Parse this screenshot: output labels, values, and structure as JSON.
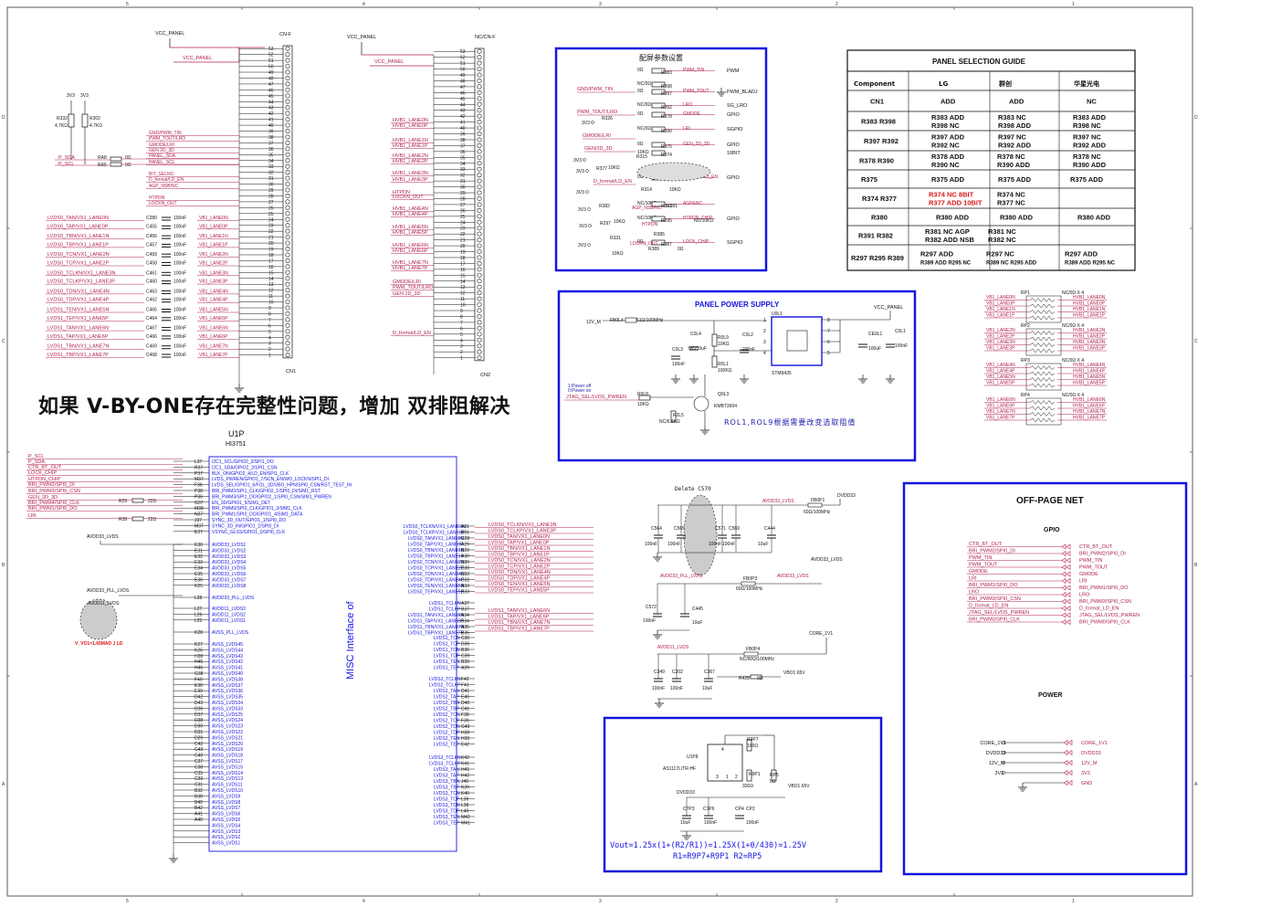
{
  "frame": {
    "col_labels": [
      "5",
      "4",
      "3",
      "2",
      "1"
    ],
    "row_labels": [
      "D",
      "C",
      "B",
      "A"
    ]
  },
  "cnf": {
    "vcc_top": "VCC_PANEL",
    "vcc_label": "VCC_PANEL",
    "ref_top": "CN-F",
    "ref_bottom": "CN1",
    "pins": [
      "53",
      "52",
      "51",
      "50",
      "49",
      "48",
      "47",
      "46",
      "45",
      "44",
      "43",
      "42",
      "41",
      "40",
      "39",
      "38",
      "37",
      "36",
      "35",
      "34",
      "33",
      "32",
      "31",
      "30",
      "29",
      "28",
      "27",
      "26",
      "25",
      "24",
      "23",
      "22",
      "21",
      "20",
      "19",
      "18",
      "17",
      "16",
      "15",
      "14",
      "13",
      "12",
      "11",
      "10",
      "9",
      "8",
      "7",
      "6",
      "5",
      "4",
      "3",
      "2",
      "1"
    ],
    "pullups": [
      "3V3",
      "3V3"
    ],
    "r332": "R332",
    "r332_val": "4.7KΩ",
    "r302": "R302",
    "r302_val": "4.7KΩ",
    "p_sda": "P_SDA",
    "p_scl": "P_SCL",
    "ra8": "RA8",
    "ra5": "RA5",
    "ra_val1": "0Ω",
    "ra_val2": "0Ω",
    "nets": [
      "GND/PWM_TIN",
      "PWM_TOUT/LRO",
      "GMODE/LRI",
      "GEN 2D_3D",
      "PANEL_SDA",
      "PANEL_SCL",
      "BIT_SELNC",
      "D_format/LD_EN",
      "AGP_NSB/NC",
      "HTPDN",
      "LOCKN_OUT"
    ],
    "left_lvds": [
      [
        "LVDS0_TAN/VX1_LANE0N",
        "C280",
        "100nF",
        "VB1_LANE0N"
      ],
      [
        "LVDS0_TAP/VX1_LANE0P",
        "C455",
        "100nF",
        "VB1_LANE0P"
      ],
      [
        "LVDS0_TBN/VX1_LANE1N",
        "C456",
        "100nF",
        "VB1_LANE1N"
      ],
      [
        "LVDS0_TBP/VX1_LANE1P",
        "C457",
        "100nF",
        "VB1_LANE1P"
      ],
      [
        "LVDS0_TCN/VX1_LANE2N",
        "C459",
        "100nF",
        "VB1_LANE2N"
      ],
      [
        "LVDS0_TCP/VX1_LANE2P",
        "C458",
        "100nF",
        "VB1_LANE2P"
      ],
      [
        "LVDS0_TCLKN/VX1_LANE3N",
        "C461",
        "100nF",
        "VB1_LANE3N"
      ],
      [
        "LVDS0_TCLKP/VX1_LANE3P",
        "C460",
        "100nF",
        "VB1_LANE3P"
      ],
      [
        "LVDS0_TDN/VX1_LANE4N",
        "C463",
        "100nF",
        "VB1_LANE4N"
      ],
      [
        "LVDS0_TDP/VX1_LANE4P",
        "C462",
        "100nF",
        "VB1_LANE4P"
      ],
      [
        "LVDS1_TEN/VX1_LANE5N",
        "C465",
        "100nF",
        "VB1_LANE5N"
      ],
      [
        "LVDS1_TEP/VX1_LANE5P",
        "C464",
        "100nF",
        "VB1_LANE5P"
      ],
      [
        "LVDS1_TAN/VX1_LANE6N",
        "C467",
        "100nF",
        "VB1_LANE6N"
      ],
      [
        "LVDS1_TAP/VX1_LANE6P",
        "C466",
        "100nF",
        "VB1_LANE6P"
      ],
      [
        "LVDS1_TBN/VX1_LANE7N",
        "C469",
        "100nF",
        "VB1_LANE7N"
      ],
      [
        "LVDS1_TBP/VX1_LANE7P",
        "C468",
        "100nF",
        "VB1_LANE7P"
      ]
    ]
  },
  "cn2": {
    "vcc_top": "VCC_PANEL",
    "vcc_label": "VCC_PANEL",
    "ref_top": "NC/CN-F",
    "ref_bottom": "CN2",
    "nets": [
      "HVB1_LANE0N",
      "HVB1_LANE0P",
      "HVB1_LANE1N",
      "HVB1_LANE1P",
      "HVB1_LANE2N",
      "HVB1_LANE2P",
      "HVB1_LANE3N",
      "HVB1_LANE3P",
      "HTPDN",
      "LOCKN_OUT",
      "HVB1_LANE4N",
      "HVB1_LANE4P",
      "HVB1_LANE5N",
      "HVB1_LANE5P",
      "HVB1_LANE6N",
      "HVB1_LANE6P",
      "HVB1_LANE7N",
      "HVB1_LANE7P",
      "GMODE/LRI",
      "PWM_TOUT/LRO",
      "GEN 2D_3D",
      "D_format/LD_EN"
    ]
  },
  "banner": "如果 V-BY-ONE存在完整性问题，增加 双排阻解决",
  "u1p": {
    "ref": "U1P",
    "part": "HI3751",
    "side_title": "MISC Interface of",
    "left_nets": [
      "P_SCL",
      "P_SDA",
      "CTR_BT_OUT",
      "LOCK_CHIP",
      "HTPDN_CHIP",
      "BRI_PWM2/SPI0_DI",
      "BRI_PWM3/SPI0_CSN",
      "GEN_2D_3D",
      "BRI_PWM4/SPI0_CLK",
      "BRI_PWM1/SPI0_DO",
      "LRI"
    ],
    "r29": "R29",
    "r29_val": "22Ω",
    "r39": "R39",
    "r39_val": "22Ω",
    "avdd_lvds": "AVDD33_LVDS",
    "avdd_pll": "AVDD33_PLL_LVDS",
    "avdd11": "AVDD11_LVDS",
    "circle_note": "V_VO1=1.65MAD J LD",
    "left_pins": [
      "L37",
      "R37",
      "P37",
      "M37",
      "F36",
      "P38",
      "P36",
      "G37",
      "M38",
      "N37",
      "J37",
      "M37",
      "E37",
      "E30",
      "E31",
      "E32",
      "E33",
      "E34",
      "E35",
      "E36",
      "K25",
      "L28",
      "L27",
      "L26",
      "L25",
      "K28",
      "K27",
      "K26",
      "H28",
      "H45",
      "H46",
      "G38",
      "F40",
      "E38",
      "E39",
      "D42",
      "D43",
      "D36",
      "D37",
      "D38",
      "D30",
      "D31",
      "D29",
      "C42",
      "C43",
      "C40",
      "C37",
      "C38",
      "C35",
      "C33",
      "C31",
      "B32",
      "B38",
      "B40",
      "B42",
      "A41",
      "A40"
    ],
    "left_labels": [
      "I2C1_SCL/GPIO2_3/SPI1_DO",
      "I2C1_SDA/GPIO2_2/SPI1_CSN",
      "BLK_ON/GPIO2_4/LD_EN/SPI1_CLK",
      "LVDS_PWREN/GPIO1_7/SCN_EN/WO_LOCKN/SPI1_DI",
      "LVDS_SEL/GPIO1_6/FOL_3D/VBO_HPN/SPI0_CSN/RST_TEST_IN",
      "BRI_PWM2/SPI1_CLK/GPIO2_1/SPI0_DI/SIM1_RST",
      "BRI_PWM3/SPI1_DO/GPIO2_1/SPI0_CSN/SIM1_PWREN",
      "EN_3D/GPIO1_5/SIM1_DET",
      "BRI_PWM0/SPI0_CLK/GPIO1_3/SIM1_CLK",
      "BRI_PWM1/SPI0_DO/GPIO1_4/SIM1_DATA",
      "SYNC_3D_OUT/GPIO1_1/SPI0_DO",
      "SYNC_3D_IN/GPIO1_2/SPI0_DI",
      "VSYNC_GLSS/GPIO1_0/SPI0_CLK",
      "AVDD33_LVDS1",
      "AVDD33_LVDS2",
      "AVDD33_LVDS3",
      "AVDD33_LVDS4",
      "AVDD33_LVDS5",
      "AVDD33_LVDS6",
      "AVDD33_LVDS7",
      "AVDD33_LVDS8",
      "AVDD33_PLL_LVDS",
      "AVDD11_LVDS3",
      "AVDD11_LVDS2",
      "AVDD11_LVDS1",
      "AVSS_PLL_LVDS",
      "AVSS_LVDS45",
      "AVSS_LVDS44",
      "AVSS_LVDS43",
      "AVSS_LVDS42",
      "AVSS_LVDS41",
      "AVSS_LVDS40",
      "AVSS_LVDS38",
      "AVSS_LVDS37",
      "AVSS_LVDS36",
      "AVSS_LVDS35",
      "AVSS_LVDS34",
      "AVSS_LVDS33",
      "AVSS_LVDS25",
      "AVSS_LVDS24",
      "AVSS_LVDS23",
      "AVSS_LVDS22",
      "AVSS_LVDS21",
      "AVSS_LVDS20",
      "AVSS_LVDS19",
      "AVSS_LVDS18",
      "AVSS_LVDS17",
      "AVSS_LVDS15",
      "AVSS_LVDS14",
      "AVSS_LVDS13",
      "AVSS_LVDS11",
      "AVSS_LVDS10",
      "AVSS_LVDS9",
      "AVSS_LVDS8",
      "AVSS_LVDS7",
      "AVSS_LVDS6",
      "AVSS_LVDS5",
      "AVSS_LVDS4",
      "AVSS_LVDS3",
      "AVSS_LVDS2",
      "AVSS_LVDS1"
    ],
    "right_labels": [
      "LVDS0_TCLKN/VX1_LANE3N",
      "LVDS0_TCLKP/VX1_LANE3P",
      "LVDS0_TAN/VX1_LANE0N",
      "LVDS0_TAP/VX1_LANE0P",
      "LVDS0_TBN/VX1_LANE1N",
      "LVDS0_TBP/VX1_LANE1P",
      "LVDS0_TCN/VX1_LANE2N",
      "LVDS0_TCP/VX1_LANE2P",
      "LVDS0_TDN/VX1_LANE4N",
      "LVDS0_TDP/VX1_LANE4P",
      "LVDS0_TEN/VX1_LANE5N",
      "LVDS0_TEP/VX1_LANE5P",
      "LVDS1_TCLKN",
      "LVDS1_TCLKP",
      "LVDS1_TAN/VX1_LANE6N",
      "LVDS1_TAP/VX1_LANE6P",
      "LVDS1_TBN/VX1_LANE7N",
      "LVDS1_TBP/VX1_LANE7P",
      "LVDS1_TCN",
      "LVDS1_TCP",
      "LVDS1_TDN",
      "LVDS1_TDP",
      "LVDS1_TEN",
      "LVDS1_TEP",
      "LVDS2_TCLKN",
      "LVDS2_TCLKP",
      "LVDS2_TAN",
      "LVDS2_TAP",
      "LVDS2_TBN",
      "LVDS2_TBP",
      "LVDS2_TCN",
      "LVDS2_TCP",
      "LVDS2_TDN",
      "LVDS2_TDP",
      "LVDS2_TEN",
      "LVDS2_TEP",
      "LVDS3_TCLKN",
      "LVDS3_TCLKP",
      "LVDS3_TAN",
      "LVDS3_TAP",
      "LVDS3_TBN",
      "LVDS3_TBP",
      "LVDS3_TCN",
      "LVDS3_TCP",
      "LVDS3_TDN",
      "LVDS3_TDP",
      "LVDS3_TEN",
      "LVDS3_TEP"
    ],
    "right_pins": [
      "A31",
      "B31",
      "C28",
      "A29",
      "B29",
      "A30",
      "B30",
      "C30",
      "D32",
      "C32",
      "A33",
      "B33",
      "A37",
      "B37",
      "A34",
      "B34",
      "A35",
      "B35",
      "C36",
      "D36",
      "B36",
      "C39",
      "B39",
      "A39",
      "F42",
      "F41",
      "D41",
      "E40",
      "D40",
      "C41",
      "F38",
      "F39",
      "G40",
      "H38",
      "H39",
      "E42",
      "K42",
      "K41",
      "H41",
      "H42",
      "J40",
      "K39",
      "K40",
      "L39",
      "L38",
      "L40",
      "M42",
      "M41"
    ],
    "net_out": [
      "LVDS0_TCLKN/VX1_LANE3N",
      "LVDS0_TCLKP/VX1_LANE3P",
      "LVDS0_TAN/VX1_LANE0N",
      "LVDS0_TAP/VX1_LANE0P",
      "LVDS0_TBN/VX1_LANE1N",
      "LVDS0_TBP/VX1_LANE1P",
      "LVDS0_TCN/VX1_LANE2N",
      "LVDS0_TCP/VX1_LANE2P",
      "LVDS0_TDN/VX1_LANE4N",
      "LVDS0_TDP/VX1_LANE4P",
      "LVDS0_TEN/VX1_LANE5N",
      "LVDS0_TEP/VX1_LANE5P",
      "LVDS1_TAN/VX1_LANE6N",
      "LVDS1_TAP/VX1_LANE6P",
      "LVDS1_TBN/VX1_LANE7N",
      "LVDS1_TBP/VX1_LANE7P"
    ]
  },
  "config_box": {
    "title": "配屏参数设置",
    "rows": [
      [
        "0Ω",
        "R383",
        "PWM_TIN",
        "PWM"
      ],
      [
        "NC/0Ω",
        "R398",
        "",
        ""
      ],
      [
        "0Ω",
        "R397",
        "PWM_TOUT",
        "PWM_BLADJ"
      ],
      [
        "NC/0Ω",
        "R392",
        "LRO",
        "SG_LRO"
      ],
      [
        "0Ω",
        "R378",
        "GMODE",
        "GPIO"
      ],
      [
        "NC/0Ω",
        "R390",
        "LRI",
        "SGPIO"
      ],
      [
        "0Ω",
        "R375",
        "GEN_2D_3D",
        "GPIO"
      ],
      [
        "10KΩ",
        "R374",
        "",
        "10BIT"
      ],
      [
        "0Ω",
        "R380",
        "D_format/LD_EN",
        "GPIO"
      ],
      [
        "NC/10KΩ",
        "R391",
        "AGP&NC",
        ""
      ],
      [
        "NC/10KΩ",
        "R295",
        "HTPDN_CHIP",
        "GPIO"
      ],
      [
        "0Ω",
        "R387",
        "LOCK_CHIP",
        "SGPIO"
      ]
    ],
    "left_nets": [
      "GND/PWM_TIN",
      "PWM_TOUT/LRO",
      "GMODE/LRI",
      "GEN/2D_3D",
      "D_format/LD_EN"
    ],
    "sub_refs": [
      "R326",
      "R315",
      "R377",
      "R382",
      "R297",
      "R331",
      "R385",
      "R314",
      "R381",
      "R389"
    ],
    "pwr": [
      "3V3",
      "3V3",
      "3V3",
      "3V3",
      "3V3",
      "3V3",
      "3V3",
      "3V3"
    ],
    "misc": [
      "AGP_NSB/NC",
      "HTPDN",
      "LOCKN_OUT",
      "10KΩ",
      "NC/10KΩ",
      "0Ω",
      "10KΩ",
      "10KΩ",
      "10KΩ"
    ]
  },
  "guide": {
    "title": "PANEL SELECTION GUIDE",
    "headers": [
      "Component",
      "LG",
      "群创",
      "华星光电"
    ],
    "rows": [
      [
        "CN1",
        "ADD",
        "ADD",
        "NC"
      ],
      [
        "R383 R398",
        "R383 ADD\nR398 NC",
        "R383 NC\nR398 ADD",
        "R383 ADD\nR398 NC"
      ],
      [
        "R397 R392",
        "R397 ADD\nR392 NC",
        "R397 NC\nR392 ADD",
        "R397 NC\nR392 ADD"
      ],
      [
        "R378 R390",
        "R378 ADD\nR390 NC",
        "R378 NC\nR390 ADD",
        "R378 NC\nR390 ADD"
      ],
      [
        "R375",
        "R375 ADD",
        "R375 ADD",
        "R375 ADD"
      ],
      [
        "R374 R377",
        "R374 NC 8BIT\nR377 ADD 10BIT",
        "R374 NC\nR377 NC",
        ""
      ],
      [
        "R380",
        "R380 ADD",
        "R380 ADD",
        "R380 ADD"
      ],
      [
        "R391 R382",
        "R381 NC AGP\nR382 ADD NSB",
        "R381 NC\nR382 NC",
        ""
      ],
      [
        "R297 R295 R389",
        "R297 ADD\nR389 ADD R295 NC",
        "R297 NC\nR389 NC R295 ADD",
        "R297 ADD\nR389 ADD R295 NC"
      ]
    ],
    "red_cell": "R374 NC 8BIT\nR377 ADD 10BIT"
  },
  "power": {
    "title": "PANEL POWER SUPPLY",
    "vcc": "VCC_PANEL",
    "in": "12V_M",
    "fb": "FB0L4",
    "fb_val": "51Ω/100MHz",
    "u": "U0L1",
    "u_part": "STM9435",
    "pins": [
      "1",
      "2",
      "3",
      "4",
      "8",
      "7",
      "6",
      "5"
    ],
    "caps": [
      "C0L4",
      "NC/10uF",
      "C0L3",
      "100nF",
      "C0L2",
      "220nF",
      "CE0L1",
      "100uF",
      "C0L1",
      "100nF"
    ],
    "rs": [
      "R0L9",
      "10KΩ",
      "R0L1",
      "100KΩ",
      "R0L8",
      "10KΩ",
      "R2L5",
      "NC/6.8KΩ"
    ],
    "q": "Q0L3",
    "q_part": "KMBT3904",
    "note1": "1:Power off",
    "note2": "0:Power on",
    "ctl": "JTAG_SEL/LVDS_PWREN",
    "note": "ROL1,ROL9根据需要改变选取阻值"
  },
  "rpack": {
    "groups": [
      {
        "rp": "RP1",
        "nc": "NC/0Ω X 4",
        "left": [
          "VB1_LANE0N",
          "VB1_LANE0P",
          "VB1_LANE1N",
          "VB1_LANE1P"
        ],
        "right": [
          "HVB1_LANE0N",
          "HVB1_LANE0P",
          "HVB1_LANE1N",
          "HVB1_LANE1P"
        ]
      },
      {
        "rp": "RP2",
        "nc": "NC/0Ω X 4",
        "left": [
          "VB1_LANE2N",
          "VB1_LANE2P",
          "VB1_LANE3N",
          "VB1_LANE3P"
        ],
        "right": [
          "HVB1_LANE2N",
          "HVB1_LANE2P",
          "HVB1_LANE3N",
          "HVB1_LANE3P"
        ]
      },
      {
        "rp": "RP3",
        "nc": "NC/0Ω X 4",
        "left": [
          "VB1_LANE4N",
          "VB1_LANE4P",
          "VB1_LANE5N",
          "VB1_LANE5P"
        ],
        "right": [
          "HVB1_LANE4N",
          "HVB1_LANE4P",
          "HVB1_LANE5N",
          "HVB1_LANE5P"
        ]
      },
      {
        "rp": "RP4",
        "nc": "NC/0Ω X 4",
        "left": [
          "VB1_LANE6N",
          "VB1_LANE6P",
          "VB1_LANE7N",
          "VB1_LANE7P"
        ],
        "right": [
          "HVB1_LANE6N",
          "HVB1_LANE6P",
          "HVB1_LANE7N",
          "HVB1_LANE7P"
        ]
      }
    ]
  },
  "decoup": {
    "delete_note": "Delete C570",
    "avdd33": "AVDD33_LVDS",
    "dvdd33": "DVDD33",
    "fb1": "FB0P1",
    "fb1_val": "60Ω/100MHz",
    "caps1": [
      "C564",
      "100nF",
      "C565",
      "100nF",
      "C571",
      "100nF",
      "C569",
      "100nF",
      "C444",
      "10uF"
    ],
    "pll": "AVDD33_PLL_LVDS",
    "fb3": "FB0P3",
    "fb3_val": "60Ω/100MHz",
    "avdd33b": "AVDD33_LVDS",
    "avdd33c": "AVDD33_LVDS",
    "caps2": [
      "C572",
      "100nF",
      "C445",
      "10uF"
    ],
    "avdd11": "AVDD11_LVDS",
    "core": "CORE_1V1",
    "fb4": "FB0P4",
    "fb4_val": "NC/60Ω/100MHz",
    "caps3": [
      "C349",
      "100nF",
      "C202",
      "100nF",
      "C367",
      "10uF"
    ],
    "r428": "R428",
    "r428_val": "0Ω",
    "vbo": "VBO1.65V"
  },
  "ldo": {
    "u": "U1P8",
    "part": "AS1117L/TR-HF",
    "dvdd": "DVDD33",
    "rs": [
      "R9P7",
      "100Ω",
      "R9P1",
      "330Ω",
      "RP5",
      "0Ω"
    ],
    "caps": [
      "C?P3",
      "10uF",
      "C1P6",
      "100nF",
      "CP4",
      "CP2",
      "100nF"
    ],
    "vout": "VBO1.65V",
    "formula1": "Vout=1.25x(1+(R2/R1))=1.25X(1+0/430)=1.25V",
    "formula2": "R1=R9P7+R9P1  R2=RP5",
    "pins": [
      "4",
      "3",
      "1",
      "2"
    ]
  },
  "offpage": {
    "title": "OFF-PAGE NET",
    "gpio_title": "GPIO",
    "gpio_left": [
      "CTR_BT_OUT",
      "BRI_PWM2/SPI0_DI",
      "PWM_TIN",
      "PWM_TOUT",
      "GMODE",
      "LRI",
      "BRI_PWM1/SPI0_DO",
      "LRO",
      "BRI_PWM3/SPI0_CSN",
      "D_format_LD_EN",
      "JTAG_SEL/LVDS_PWREN",
      "BRI_PWM0/SPI0_CLK"
    ],
    "gpio_right": [
      "CTR_BT_OUT",
      "BRI_PWM2/SPI0_DI",
      "PWM_TIN",
      "PWM_TOUT",
      "GMODE",
      "LRI",
      "BRI_PWM1/SPI0_DO",
      "LRO",
      "BRI_PWM3/SPI0_CSN",
      "D_format_LD_EN",
      "JTAG_SEL/LVDS_PWREN",
      "BRI_PWM0/SPI0_CLK"
    ],
    "power_title": "POWER",
    "power_left": [
      "CORE_1V1",
      "DVDD33",
      "12V_M",
      "3V3",
      ""
    ],
    "power_right": [
      "CORE_1V1",
      "DVDD33",
      "12V_M",
      "3V3",
      "GND"
    ]
  },
  "colors": {
    "wire": "#b0204a",
    "blue": "#1a1aa8",
    "box": "#1414e0",
    "ink": "#111111",
    "red": "#d81818"
  }
}
